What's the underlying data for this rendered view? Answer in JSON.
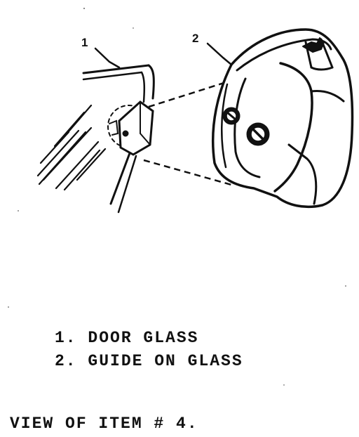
{
  "callouts": [
    {
      "number": "1"
    },
    {
      "number": "2"
    }
  ],
  "legend": [
    {
      "index": "1.",
      "label": "DOOR GLASS"
    },
    {
      "index": "2.",
      "label": "GUIDE ON GLASS"
    }
  ],
  "caption": "VIEW OF ITEM # 4."
}
